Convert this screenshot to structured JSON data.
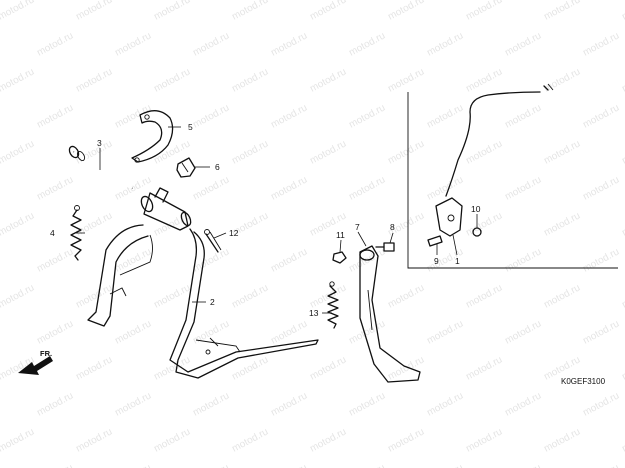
{
  "watermark": "motod.ru",
  "diagram_code": "K0GEF3100",
  "direction_label": "FR.",
  "callouts": [
    {
      "id": "1",
      "part": "side-stand-switch"
    },
    {
      "id": "2",
      "part": "main-stand"
    },
    {
      "id": "3",
      "part": "main-stand-pivot-shaft"
    },
    {
      "id": "4",
      "part": "main-stand-spring"
    },
    {
      "id": "5",
      "part": "stand-stopper-plate"
    },
    {
      "id": "6",
      "part": "rubber-stopper"
    },
    {
      "id": "7",
      "part": "side-stand"
    },
    {
      "id": "8",
      "part": "side-stand-pivot-bolt"
    },
    {
      "id": "9",
      "part": "switch-bolt"
    },
    {
      "id": "10",
      "part": "flange-bolt"
    },
    {
      "id": "11",
      "part": "lock-nut"
    },
    {
      "id": "12",
      "part": "cotter-pin"
    },
    {
      "id": "13",
      "part": "side-stand-spring"
    }
  ]
}
